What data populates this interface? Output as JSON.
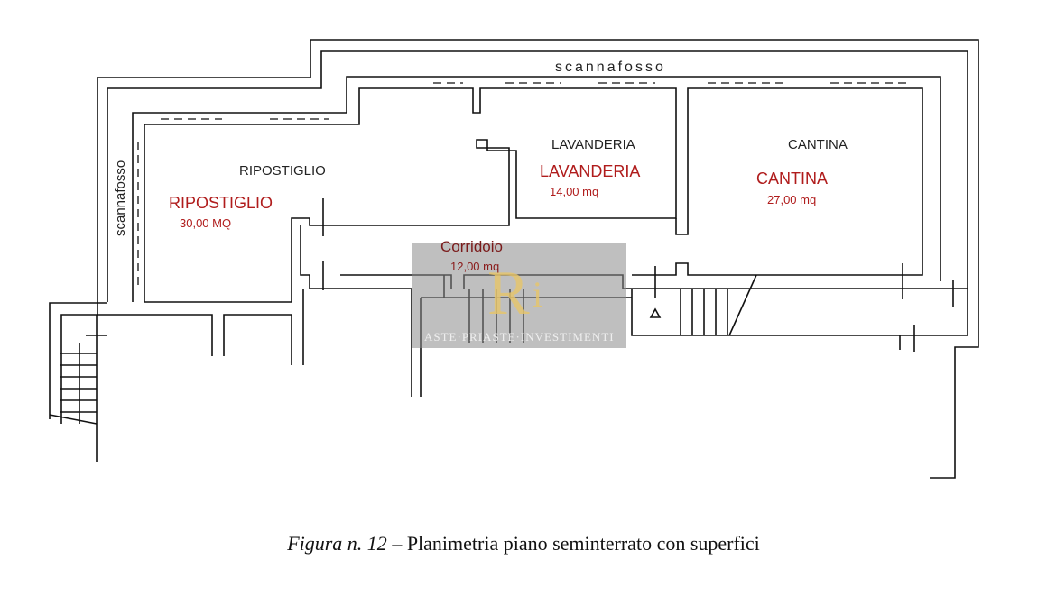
{
  "plan": {
    "scannafosso_top": "scannafosso",
    "scannafosso_left": "scannafosso",
    "rooms": [
      {
        "label": "RIPOSTIGLIO",
        "name": "RIPOSTIGLIO",
        "area": "30,00 MQ"
      },
      {
        "label": "LAVANDERIA",
        "name": "LAVANDERIA",
        "area": "14,00 mq"
      },
      {
        "label": "CANTINA",
        "name": "CANTINA",
        "area": "27,00 mq"
      },
      {
        "name": "Corridoio",
        "area": "12,00 mq"
      }
    ]
  },
  "watermark": {
    "text": "ASTE·PRIASTE·INVESTIMENTI",
    "monogram": "RI"
  },
  "caption": {
    "figure": "Figura n. 12",
    "text": " – Planimetria piano seminterrato con superfici"
  },
  "colors": {
    "room_label": "#b01c1c",
    "walls": "#111111"
  }
}
